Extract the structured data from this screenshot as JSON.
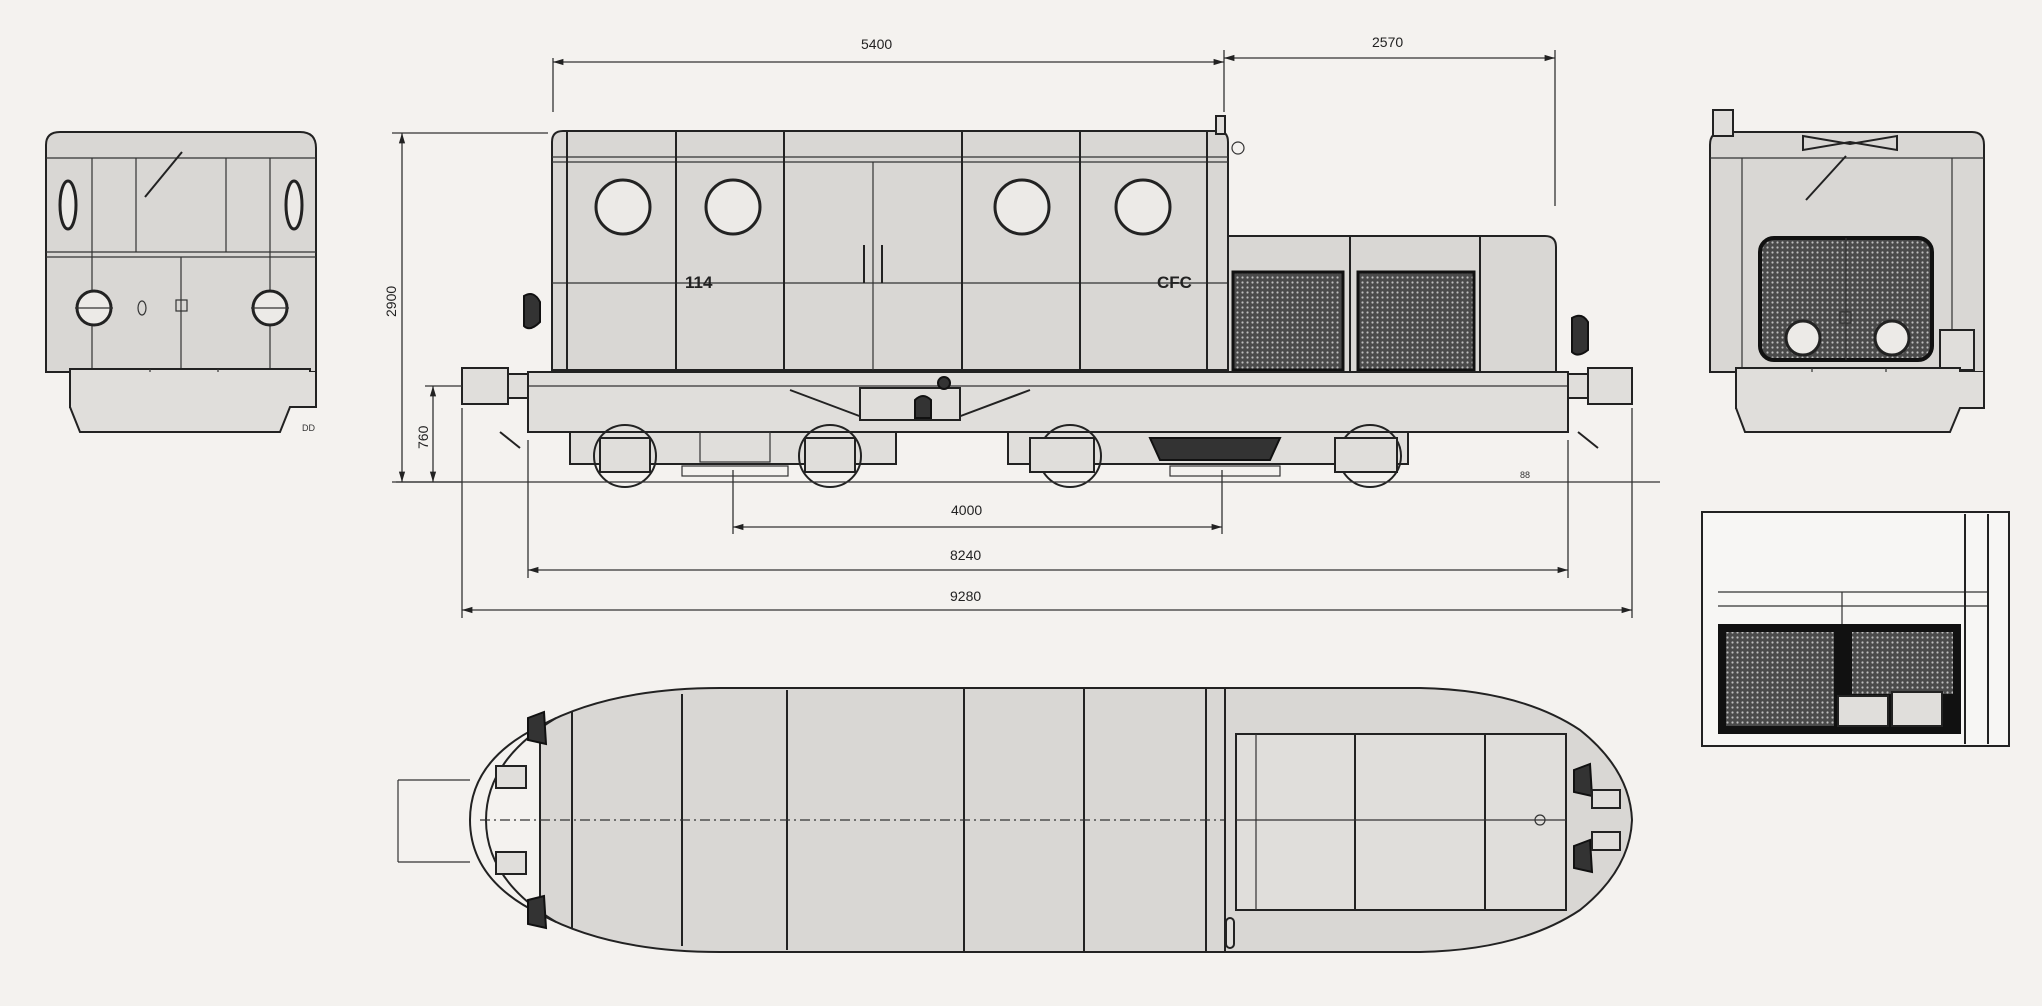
{
  "vehicle": {
    "number": "114",
    "operator": "CFC"
  },
  "dimensions": {
    "body_length": "5400",
    "hood_length": "2570",
    "height": "2900",
    "buffer_height": "760",
    "wheelbase": "4000",
    "frame_length": "8240",
    "overall_length": "9280"
  },
  "drafter_initials": {
    "front_view": "DD",
    "side_view": "88"
  },
  "colors": {
    "paper": "#f4f2ef",
    "line": "#222222",
    "body": "#d9d7d4",
    "grille": "#333333"
  }
}
